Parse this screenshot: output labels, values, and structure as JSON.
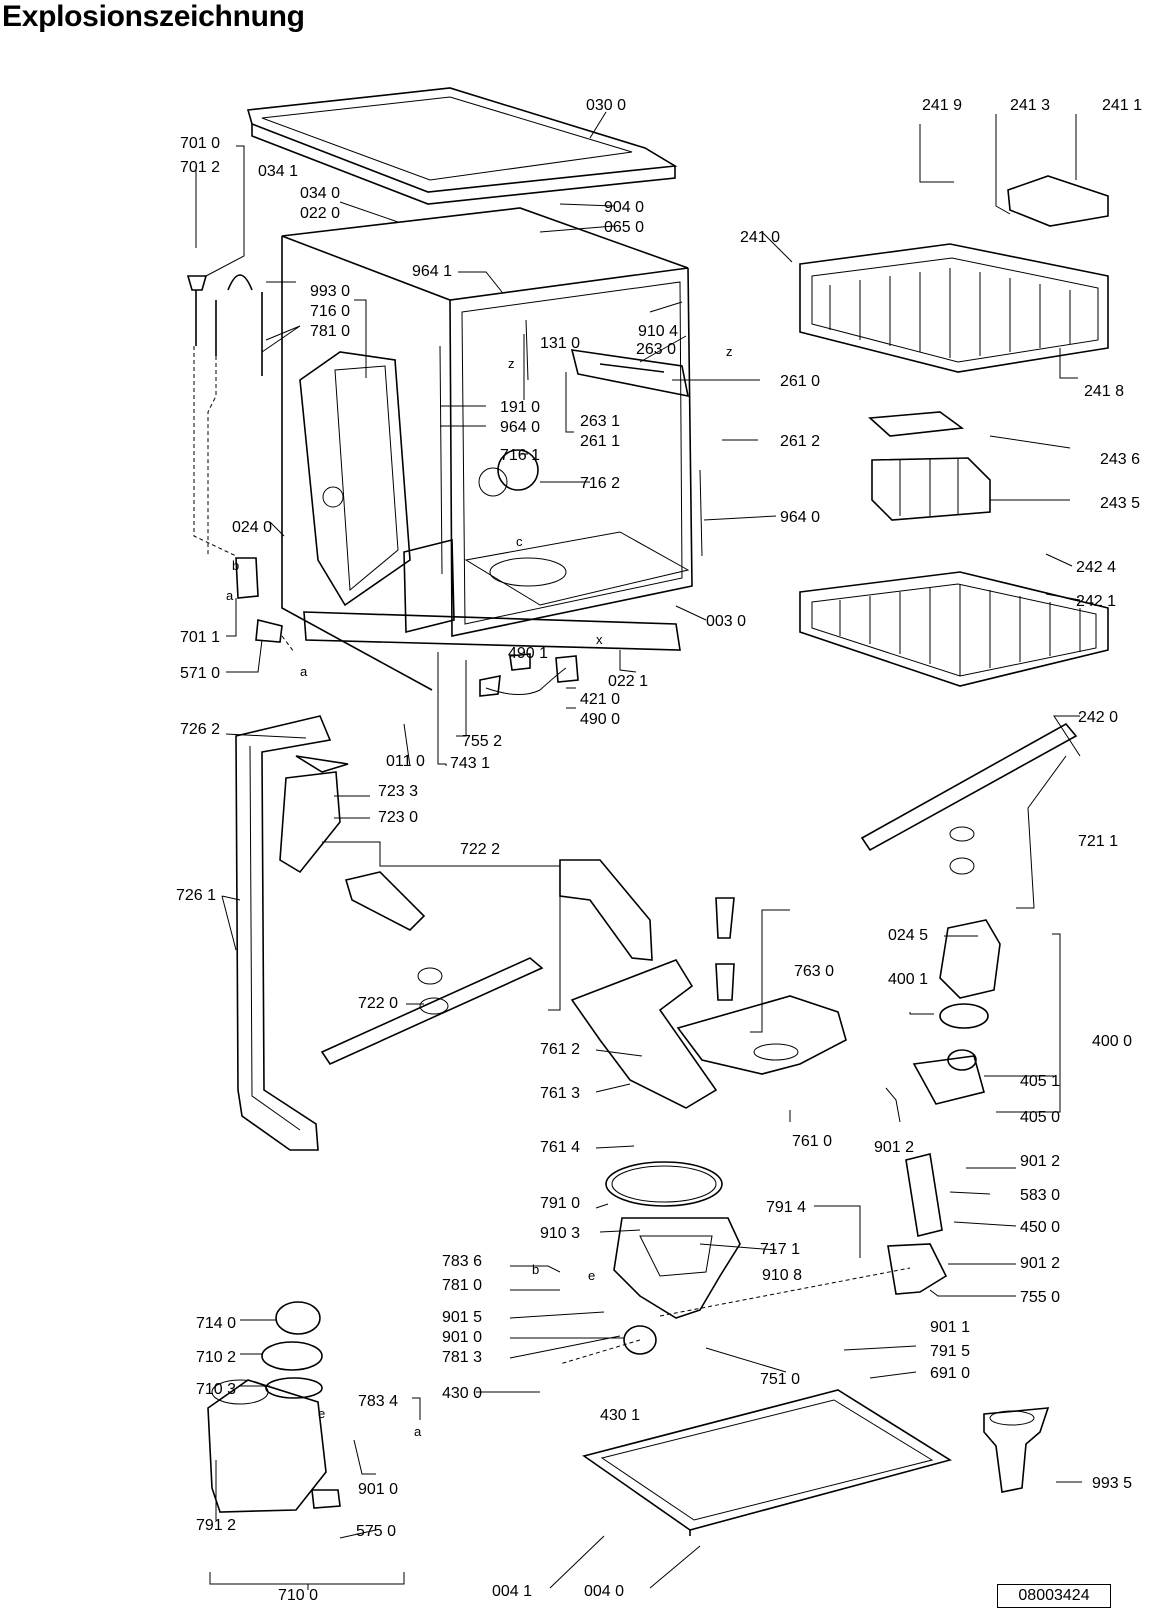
{
  "title": "Explosionszeichnung",
  "document_number": "08003424",
  "colors": {
    "ink": "#000000",
    "paper": "#ffffff"
  },
  "part_labels": [
    "030 0",
    "241 9",
    "241 3",
    "241 1",
    "701 0",
    "701 2",
    "034 1",
    "034 0",
    "022 0",
    "904 0",
    "065 0",
    "241 0",
    "993 0",
    "964 1",
    "716 0",
    "781 0",
    "910 4",
    "131 0",
    "263 0",
    "241 8",
    "261 0",
    "191 0",
    "964 0",
    "263 1",
    "261 1",
    "261 2",
    "716 1",
    "716 2",
    "243 6",
    "964 0",
    "243 5",
    "024 0",
    "242 4",
    "242 1",
    "003 0",
    "701 1",
    "490 1",
    "022 1",
    "571 0",
    "421 0",
    "490 0",
    "242 0",
    "726 2",
    "755 2",
    "011 0",
    "743 1",
    "723 3",
    "723 0",
    "722 2",
    "721 1",
    "726 1",
    "763 0",
    "024 5",
    "400 1",
    "722 0",
    "400 0",
    "761 2",
    "405 1",
    "761 3",
    "405 0",
    "761 4",
    "761 0",
    "901 2",
    "901 2",
    "791 0",
    "583 0",
    "791 4",
    "450 0",
    "910 3",
    "717 1",
    "783 6",
    "910 8",
    "901 2",
    "781 0",
    "755 0",
    "901 5",
    "901 1",
    "901 0",
    "791 5",
    "781 3",
    "691 0",
    "751 0",
    "714 0",
    "430 0",
    "430 1",
    "710 2",
    "710 3",
    "783 4",
    "901 0",
    "791 2",
    "575 0",
    "993 5",
    "004 1",
    "004 0",
    "710 0"
  ],
  "reference_letters": [
    "z",
    "z",
    "c",
    "b",
    "a",
    "a",
    "x",
    "b",
    "e",
    "e",
    "a"
  ]
}
